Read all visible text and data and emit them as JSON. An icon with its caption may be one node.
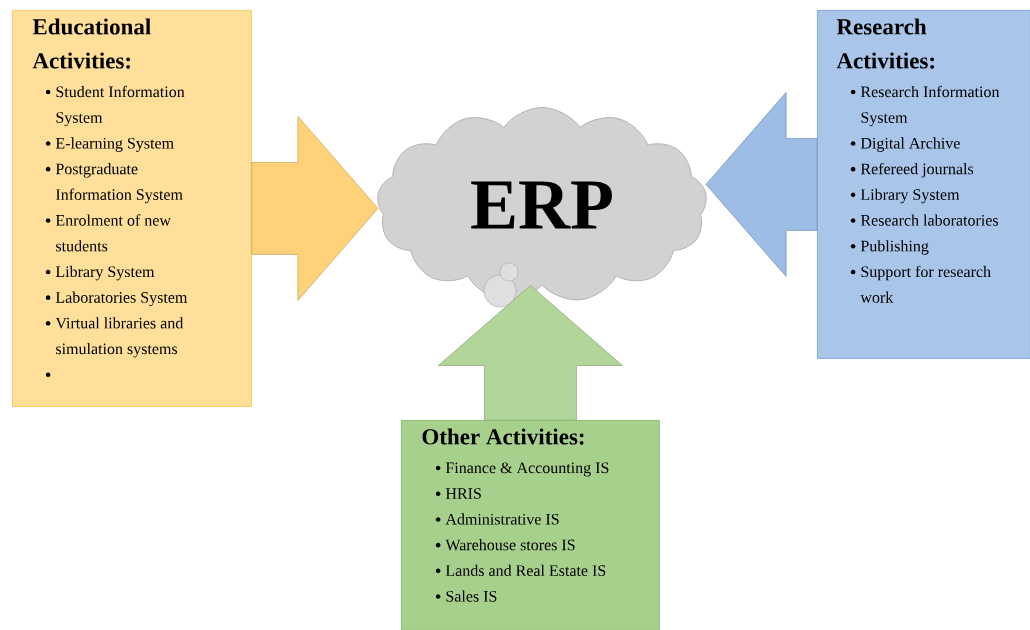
{
  "diagram": {
    "nodes": [
      {
        "text": [
          "Educational Activities:",
          "Student Information System",
          "E-learning System",
          "Postgraduate Information System",
          "Enrolment of new students",
          "Library System",
          "Laboratories System",
          "Virtual libraries and simulation systems"
        ]
      },
      {
        "text": [
          "ERP"
        ]
      },
      {
        "text": [
          "Research Activities:",
          "Research Information System",
          "Digital Archive",
          "Refereed journals",
          "Library System",
          "Research laboratories",
          "Publishing",
          "Support for research work"
        ]
      },
      {
        "text": [
          "Other Activities:",
          "Finance & Accounting IS",
          "HRIS",
          "Administrative IS",
          "Warehouse stores IS",
          "Lands and Real Estate IS",
          "Sales IS"
        ]
      }
    ],
    "edges": [
      {
        "from": 0,
        "to": 1,
        "arrow": "to",
        "color": "#ffd27a"
      },
      {
        "from": 2,
        "to": 1,
        "arrow": "to",
        "color": "#9dbde6"
      },
      {
        "from": 3,
        "to": 1,
        "arrow": "to",
        "color": "#b2d69a"
      }
    ]
  }
}
